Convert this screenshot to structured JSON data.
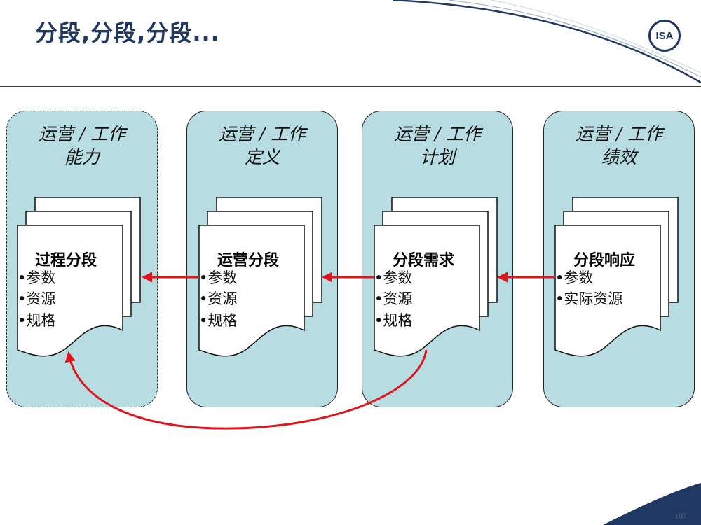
{
  "slide": {
    "title": "分段,分段,分段...",
    "logo_text": "ISA",
    "page_number": "107"
  },
  "columns": [
    {
      "title_line1": "运营 / 工作",
      "title_line2": "能力",
      "doc_title": "过程分段",
      "items": [
        "•参数",
        "•资源",
        "•规格"
      ]
    },
    {
      "title_line1": "运营 / 工作",
      "title_line2": "定义",
      "doc_title": "运营分段",
      "items": [
        "•参数",
        "•资源",
        "•规格"
      ]
    },
    {
      "title_line1": "运营 / 工作",
      "title_line2": "计划",
      "doc_title": "分段需求",
      "items": [
        "•参数",
        "•资源",
        "•规格"
      ]
    },
    {
      "title_line1": "运营 / 工作",
      "title_line2": "绩效",
      "doc_title": "分段响应",
      "items": [
        "•参数",
        "•实际资源"
      ]
    }
  ],
  "colors": {
    "title": "#1f3864",
    "panel_fill": "#b7dde3",
    "arrow": "#e0141b"
  }
}
